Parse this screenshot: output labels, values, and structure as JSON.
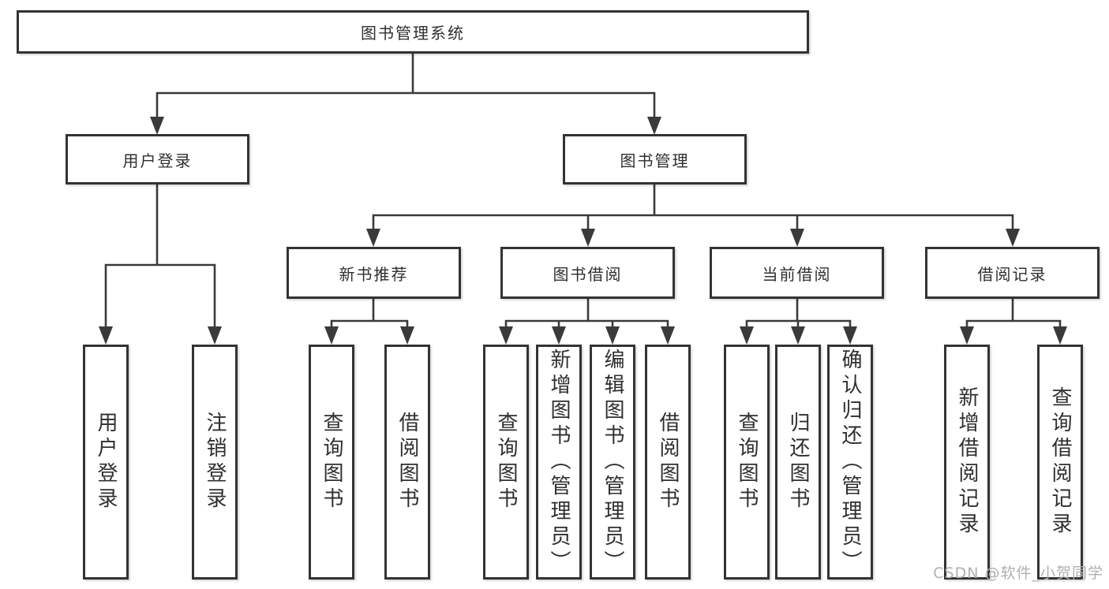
{
  "diagram": {
    "title": "图书管理系统",
    "level2": [
      {
        "label": "用户登录"
      },
      {
        "label": "图书管理"
      }
    ],
    "level3": [
      {
        "label": "新书推荐"
      },
      {
        "label": "图书借阅"
      },
      {
        "label": "当前借阅"
      },
      {
        "label": "借阅记录"
      }
    ],
    "leaves": [
      {
        "label": "用户登录"
      },
      {
        "label": "注销登录"
      },
      {
        "label": "查询图书"
      },
      {
        "label": "借阅图书"
      },
      {
        "label": "查询图书"
      },
      {
        "label": "新增图书（管理员）"
      },
      {
        "label": "编辑图书（管理员）"
      },
      {
        "label": "借阅图书"
      },
      {
        "label": "查询图书"
      },
      {
        "label": "归还图书"
      },
      {
        "label": "确认归还（管理员）"
      },
      {
        "label": "新增借阅记录"
      },
      {
        "label": "查询借阅记录"
      }
    ]
  },
  "watermark": {
    "text": "CSDN @软件_小贺同学",
    "color": "#b0b0b0"
  },
  "colors": {
    "line": "#3a3a3a",
    "box_border": "#333333",
    "text": "#2f2f2f",
    "background": "#ffffff"
  }
}
